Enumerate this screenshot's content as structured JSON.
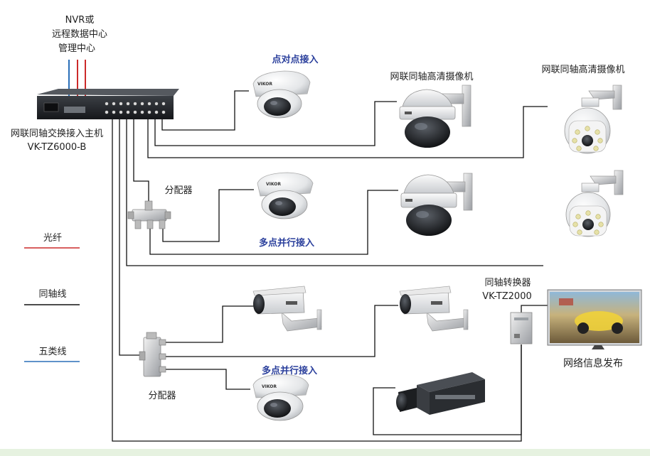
{
  "nvr": {
    "line1": "NVR或",
    "line2": "远程数据中心",
    "line3": "管理中心"
  },
  "host": {
    "name": "网联同轴交换接入主机",
    "model": "VK-TZ6000-B"
  },
  "access": {
    "p2p": "点对点接入",
    "multi1": "多点并行接入",
    "multi2": "多点并行接入"
  },
  "cameras": {
    "hd1": "网联同轴高清摄像机",
    "hd2": "网联同轴高清摄像机"
  },
  "splitters": {
    "top": "分配器",
    "bottom": "分配器"
  },
  "converter": {
    "name": "同轴转换器",
    "model": "VK-TZ2000"
  },
  "display": {
    "label": "网络信息发布"
  },
  "brand": "VIKOR",
  "legend": [
    {
      "label": "光纤",
      "color": "#cc2a2a"
    },
    {
      "label": "同轴线",
      "color": "#111111"
    },
    {
      "label": "五类线",
      "color": "#2a6fb8"
    }
  ],
  "colors": {
    "fiber": "#cc2a2a",
    "coax": "#111111",
    "cat5": "#2a6fb8",
    "access_text": "#2a3f9c"
  }
}
